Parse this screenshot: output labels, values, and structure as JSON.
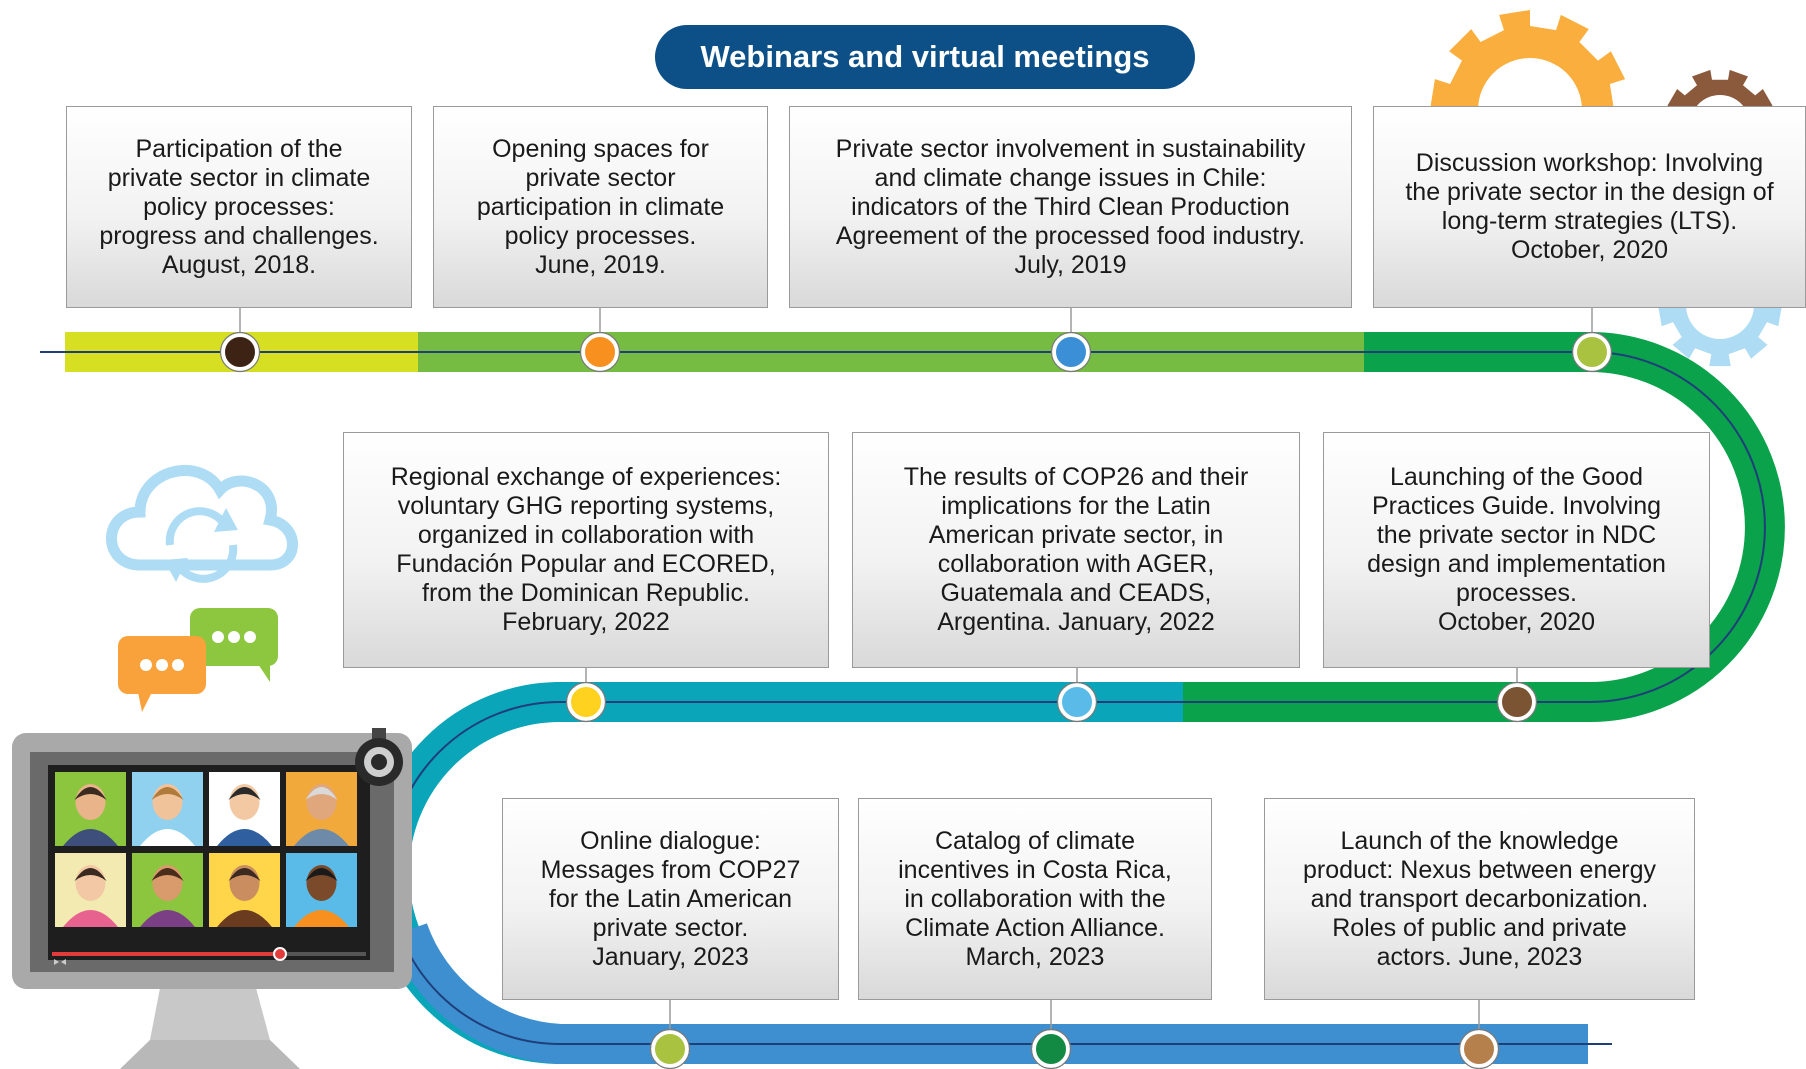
{
  "title": "Webinars and virtual meetings",
  "colors": {
    "header_bg": "#0d5088",
    "track_row1": [
      "#d7df23",
      "#76bc43",
      "#0aa24b"
    ],
    "track_row2": [
      "#0aa24b",
      "#0aa5b8"
    ],
    "track_row3": [
      "#3d8fd0"
    ],
    "track_line": "#1f3e7a"
  },
  "events": [
    {
      "text": "Participation of the\nprivate sector in climate\npolicy processes:\nprogress and challenges.\nAugust, 2018.",
      "dot": "#3d2314"
    },
    {
      "text": "Opening spaces for\nprivate sector\nparticipation in climate\npolicy processes.\nJune, 2019.",
      "dot": "#f7901e"
    },
    {
      "text": "Private sector involvement in sustainability\nand climate change issues in Chile:\nindicators of the Third Clean Production\nAgreement of the processed food industry.\nJuly, 2019",
      "dot": "#3a8fd6"
    },
    {
      "text": "Discussion workshop: Involving\nthe private sector in the design of\nlong-term strategies (LTS).\nOctober, 2020",
      "dot": "#a9c23f"
    },
    {
      "text": "Launching of the Good\nPractices Guide. Involving\nthe private sector in NDC\ndesign and implementation\nprocesses.\nOctober, 2020",
      "dot": "#7a5433"
    },
    {
      "text": "The results of COP26 and their\nimplications for the Latin\nAmerican private sector, in\ncollaboration with AGER,\nGuatemala and CEADS,\nArgentina. January, 2022",
      "dot": "#5bbbe8"
    },
    {
      "text": "Regional exchange of experiences:\nvoluntary GHG reporting systems,\norganized in collaboration with\nFundación Popular and ECORED,\nfrom the Dominican Republic.\nFebruary, 2022",
      "dot": "#ffd21f"
    },
    {
      "text": "Online dialogue:\nMessages from COP27\nfor the Latin American\nprivate sector.\nJanuary, 2023",
      "dot": "#a9c23f"
    },
    {
      "text": "Catalog of climate\nincentives in Costa Rica,\nin collaboration with the\nClimate Action Alliance.\nMarch, 2023",
      "dot": "#138a43"
    },
    {
      "text": "Launch of the knowledge\nproduct: Nexus between energy\nand transport decarbonization.\nRoles of public and private\nactors. June, 2023",
      "dot": "#b5804c"
    }
  ],
  "decorations": {
    "icons": [
      "gear-icon",
      "cloud-sync-icon",
      "chat-bubbles-icon",
      "monitor-video-call-icon",
      "webcam-icon"
    ]
  }
}
